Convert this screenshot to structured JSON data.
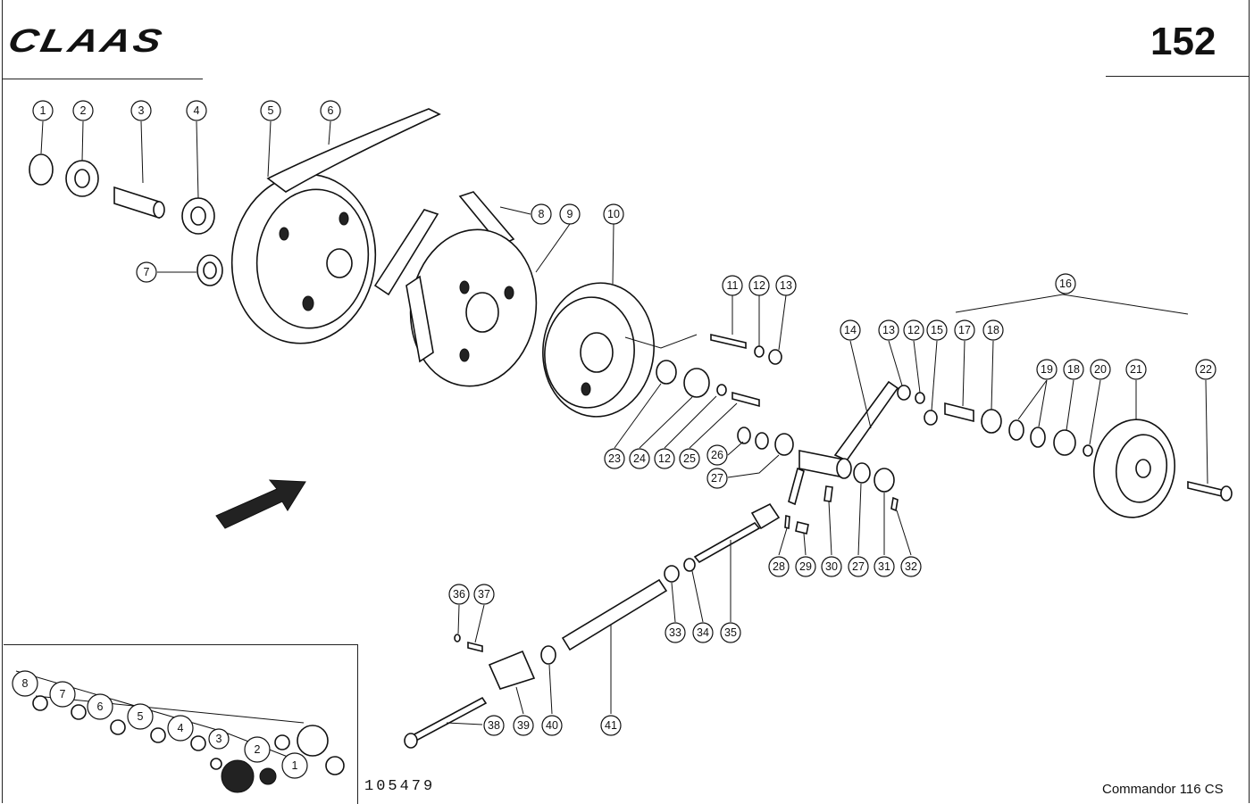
{
  "header": {
    "brand": "CLAAS",
    "page_number": "152"
  },
  "footer": {
    "document_number": "105479",
    "model": "Commandor 116 CS"
  },
  "callouts": [
    "1",
    "2",
    "3",
    "4",
    "5",
    "6",
    "7",
    "8",
    "9",
    "10",
    "11",
    "12",
    "13",
    "14",
    "13",
    "12",
    "15",
    "16",
    "17",
    "18",
    "19",
    "18",
    "20",
    "21",
    "22",
    "23",
    "24",
    "12",
    "25",
    "26",
    "27",
    "28",
    "29",
    "30",
    "27",
    "31",
    "32",
    "33",
    "34",
    "35",
    "36",
    "37",
    "38",
    "39",
    "40",
    "41"
  ],
  "inset_labels": [
    "8",
    "7",
    "6",
    "5",
    "4",
    "3",
    "2",
    "1"
  ]
}
